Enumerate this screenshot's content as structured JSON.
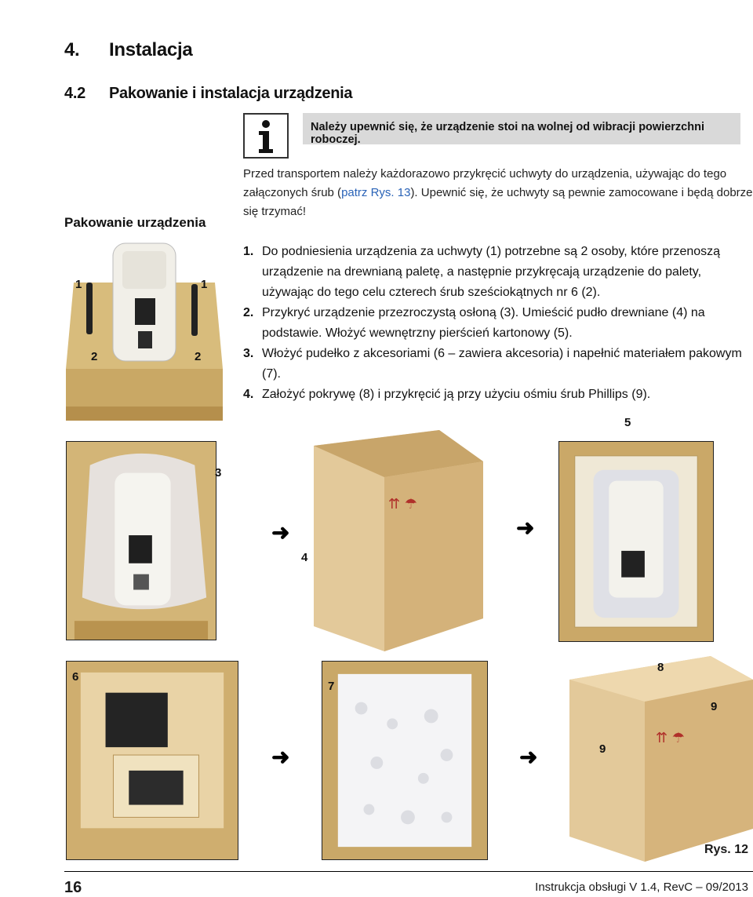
{
  "header": {
    "section_number": "4.",
    "section_title": "Instalacja",
    "subsection_number": "4.2",
    "subsection_title": "Pakowanie i instalacja urządzenia"
  },
  "notice": {
    "icon": "info-icon",
    "text": "Należy upewnić się, że urządzenie stoi na wolnej od wibracji powierzchni roboczej."
  },
  "intro": {
    "part1": "Przed transportem należy każdorazowo przykręcić uchwyty do urządzenia, używając do tego załączonych śrub (",
    "link": "patrz Rys. 13",
    "part2": "). Upewnić się, że uchwyty są pewnie zamocowane i będą dobrze się trzymać!"
  },
  "side_heading": "Pakowanie urządzenia",
  "steps": [
    {
      "number": "1.",
      "text": "Do podniesienia urządzenia za uchwyty (1) potrzebne są 2 osoby, które przenoszą urządzenie na drewnianą paletę, a następnie przykręcają urządzenie do palety, używając do tego celu czterech śrub sześciokątnych nr 6 (2)."
    },
    {
      "number": "2.",
      "text": "Przykryć urządzenie przezroczystą osłoną (3). Umieścić pudło drewniane (4) na podstawie. Włożyć wewnętrzny pierścień kartonowy (5)."
    },
    {
      "number": "3.",
      "text": "Włożyć pudełko z akcesoriami (6 – zawiera akcesoria) i napełnić materiałem pakowym (7)."
    },
    {
      "number": "4.",
      "text": "Założyć pokrywę (8) i przykręcić ją przy użyciu ośmiu śrub Phillips (9)."
    }
  ],
  "callouts": {
    "handle_left": "1",
    "handle_right": "1",
    "screw_left": "2",
    "screw_right": "2",
    "cover": "3",
    "crate": "4",
    "ring": "5",
    "accessory_box": "6",
    "packing": "7",
    "lid": "8",
    "screw_top": "9",
    "screw_front": "9"
  },
  "arrow_glyph": "➜",
  "figure_label": "Rys. 12",
  "footer": {
    "page_number": "16",
    "doc_info": "Instrukcja obsługi V 1.4, RevC – 09/2013"
  }
}
